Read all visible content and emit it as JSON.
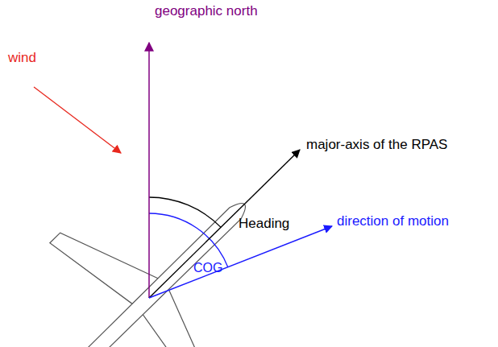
{
  "diagram": {
    "labels": [
      "geographic north",
      "wind",
      "major-axis of the RPAS",
      "Heading",
      "direction of motion",
      "COG"
    ]
  }
}
